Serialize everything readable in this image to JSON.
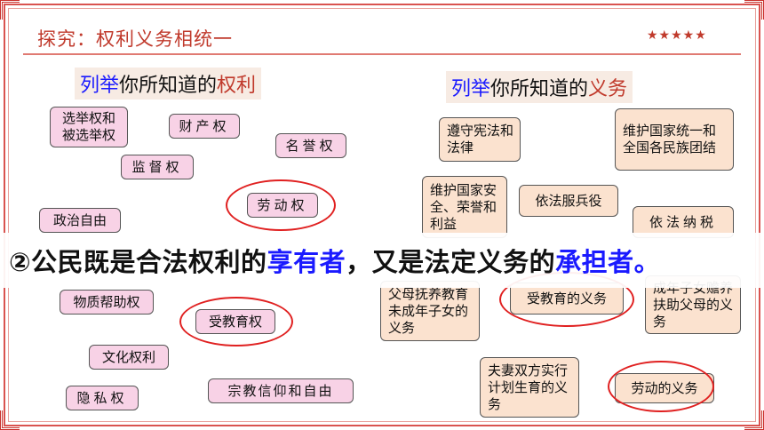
{
  "title": "探究：权利义务相统一",
  "stars": "★★★★★",
  "left_heading": {
    "prefix": "列举",
    "middle": "你所知道的",
    "suffix": "权利"
  },
  "right_heading": {
    "prefix": "列举",
    "middle": "你所知道的",
    "suffix": "义务"
  },
  "rights": {
    "election": "选举权和被选举权",
    "property": "财产权",
    "reputation": "名誉权",
    "supervision": "监督权",
    "labor": "劳动权",
    "political_freedom": "政治自由",
    "material_aid": "物质帮助权",
    "education": "受教育权",
    "cultural": "文化权利",
    "privacy": "隐私权",
    "religion": "宗教信仰和自由"
  },
  "duties": {
    "constitution": "遵守宪法和法律",
    "unity": "维护国家统一和全国各民族团结",
    "security": "维护国家安全、荣誉和利益",
    "military": "依法服兵役",
    "tax": "依法纳税",
    "parents": "父母抚养教育未成年子女的义务",
    "education": "受教育的义务",
    "children": "成年子女赡养扶助父母的义务",
    "family_planning": "夫妻双方实行计划生育的义务",
    "labor": "劳动的义务"
  },
  "banner": {
    "part1": "②公民既是合法权利的",
    "highlight1": "享有者",
    "part2": "，又是法定义务的",
    "highlight2": "承担者。"
  },
  "colors": {
    "accent": "#c0392b",
    "right_box": "#f8d2e6",
    "duty_box": "#fbe2cf",
    "highlight": "#1a1aff"
  }
}
